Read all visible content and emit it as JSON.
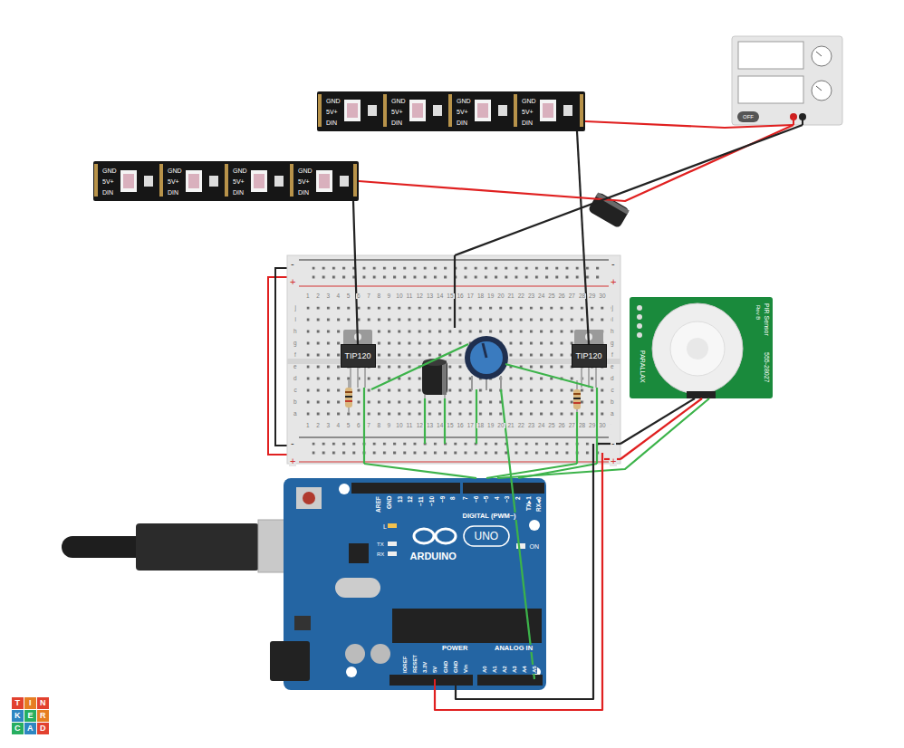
{
  "diagram": {
    "nodes": [
      {
        "text": [
          "GND",
          "5V+",
          "DIN",
          "GND",
          "5V+",
          "DIN",
          "GND",
          "5V+",
          "DIN",
          "GND",
          "5V+",
          "DIN"
        ]
      },
      {
        "text": [
          "GND",
          "5V+",
          "DIN",
          "GND",
          "5V+",
          "DIN",
          "GND",
          "5V+",
          "DIN",
          "GND",
          "5V+",
          "DIN"
        ]
      },
      {
        "text": [
          "OFF"
        ]
      },
      {
        "text": [
          "1",
          "2",
          "3",
          "4",
          "5",
          "6",
          "7",
          "8",
          "9",
          "10",
          "11",
          "12",
          "13",
          "14",
          "15",
          "16",
          "17",
          "18",
          "19",
          "20",
          "21",
          "22",
          "23",
          "24",
          "25",
          "26",
          "27",
          "28",
          "29",
          "30",
          "j",
          "i",
          "h",
          "g",
          "f",
          "e",
          "d",
          "c",
          "b",
          "a",
          "j",
          "i",
          "h",
          "g",
          "f",
          "e",
          "d",
          "c",
          "b",
          "a",
          "1",
          "2",
          "3",
          "4",
          "5",
          "6",
          "7",
          "8",
          "9",
          "10",
          "11",
          "12",
          "13",
          "14",
          "15",
          "16",
          "17",
          "18",
          "19",
          "20",
          "21",
          "22",
          "23",
          "24",
          "25",
          "26",
          "27",
          "28",
          "29",
          "30",
          "-",
          "+",
          "-",
          "+",
          "-",
          "+",
          "-",
          "+"
        ]
      },
      {
        "text": [
          "TIP120"
        ],
        "in": 3
      },
      {
        "text": [
          "TIP120"
        ],
        "in": 3
      },
      {
        "text": [
          "PIR Sensor",
          "Rev B",
          "555-28027",
          "PARALLAX"
        ]
      },
      {
        "text": [
          "AREF",
          "GND",
          "13",
          "12",
          "~11",
          "~10",
          "~9",
          "8",
          "7",
          "~6",
          "~5",
          "4",
          "~3",
          "2",
          "TX▸1",
          "RX◂0",
          "DIGITAL (PWM~)",
          "L",
          "TX",
          "RX",
          "ARDUINO",
          "UNO",
          "ON",
          "POWER",
          "ANALOG IN",
          "IOREF",
          "RESET",
          "3.3V",
          "5V",
          "GND",
          "GND",
          "Vin",
          "A0",
          "A1",
          "A2",
          "A3",
          "A4",
          "A5"
        ]
      }
    ],
    "edges": [
      {
        "from": 0,
        "to": 5,
        "arrow": "none"
      },
      {
        "from": 1,
        "to": 4,
        "arrow": "none"
      },
      {
        "from": 2,
        "to": 0,
        "arrow": "none"
      },
      {
        "from": 2,
        "to": 1,
        "arrow": "none"
      },
      {
        "from": 2,
        "to": 3,
        "arrow": "none"
      },
      {
        "from": 6,
        "to": 3,
        "arrow": "none"
      },
      {
        "from": 6,
        "to": 3,
        "arrow": "none"
      },
      {
        "from": 6,
        "to": 7,
        "arrow": "none"
      },
      {
        "from": 3,
        "to": 7,
        "arrow": "none"
      },
      {
        "from": 3,
        "to": 7,
        "arrow": "none"
      },
      {
        "from": 3,
        "to": 7,
        "arrow": "none"
      },
      {
        "from": 3,
        "to": 7,
        "arrow": "none"
      },
      {
        "from": 7,
        "to": 3,
        "arrow": "none"
      },
      {
        "from": 7,
        "to": 3,
        "arrow": "none"
      }
    ],
    "labels": [
      "T",
      "I",
      "N",
      "K",
      "E",
      "R",
      "C",
      "A",
      "D"
    ]
  }
}
